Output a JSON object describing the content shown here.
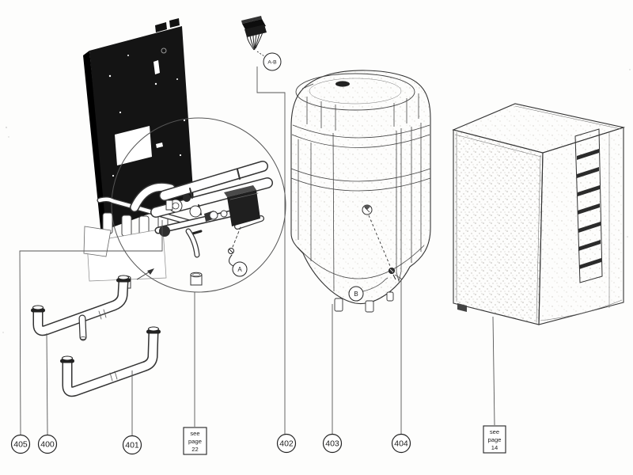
{
  "diagram": {
    "callouts": {
      "c405": "405",
      "c400": "400",
      "c401": "401",
      "c402": "402",
      "c403": "403",
      "c404": "404"
    },
    "detail_refs": {
      "a": "A",
      "b": "B",
      "ab": "A-B"
    },
    "notes": {
      "page22": {
        "line1": "see",
        "line2": "page",
        "line3": "22"
      },
      "page14": {
        "line1": "see",
        "line2": "page",
        "line3": "14"
      }
    },
    "colors": {
      "paper": "#fdfdfc",
      "panel_black": "#141414",
      "ink": "#2a2a2a"
    }
  }
}
